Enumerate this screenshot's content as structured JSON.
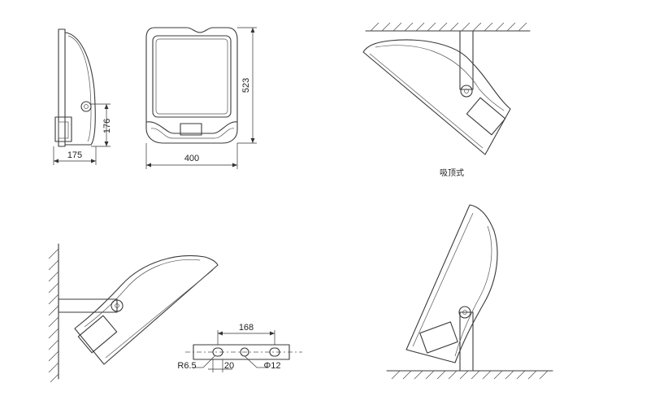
{
  "dimensions": {
    "side_depth": "175",
    "side_mount_height": "176",
    "front_width": "400",
    "front_height": "523",
    "bracket_hole_spacing": "168",
    "bracket_radius": "R6.5",
    "bracket_offset": "20",
    "bracket_hole_diameter": "Φ12"
  },
  "captions": {
    "ceiling_mount": "吸顶式"
  }
}
